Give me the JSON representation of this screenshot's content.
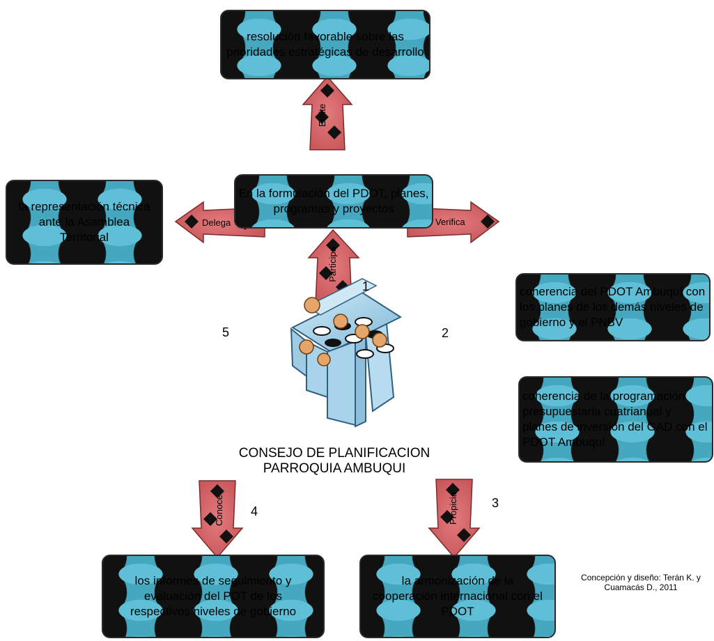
{
  "diagram": {
    "top_box": "resolución favorable sobre las prioridades estratégicas de desarrollo",
    "mid_box": "En la formulación del PDOT, planes, programas y proyectos",
    "left_box": "la representación técnica ante la Asamblea Territorial",
    "right_box_1": "coherencia del PDOT Ambuquí con los planes de los demás niveles de gobierno y el PNBV",
    "right_box_2": "coherencia de la programación presupuestaria cuatrianual y planes de inversión del GAD con el PDOT Ambuquí",
    "bottom_left_box": "los informes de seguimiento y evaluación del POT de los respectivos niveles de gobierno",
    "bottom_right_box": "la armonización de la cooperación internacional con el PDOT",
    "arrows": {
      "emite": "Emite",
      "participa": "Participa",
      "delega": "Delega",
      "verifica": "Verifica",
      "conoce": "Conoce",
      "propicia": "Propicia"
    },
    "numbers": {
      "n1": "1",
      "n2": "2",
      "n3": "3",
      "n4": "4",
      "n5": "5"
    },
    "center_title": "CONSEJO DE PLANIFICACION PARROQUIA AMBUQUI",
    "credit": "Concepción y diseño: Terán K. y Cuamacás D., 2011"
  },
  "colors": {
    "box_fill": "#46a8bf",
    "box_pattern_dark": "#111111",
    "arrow_fill": "#d9686b",
    "arrow_dark": "#111111"
  },
  "icons": {
    "center_image": "meeting-table-icon"
  }
}
